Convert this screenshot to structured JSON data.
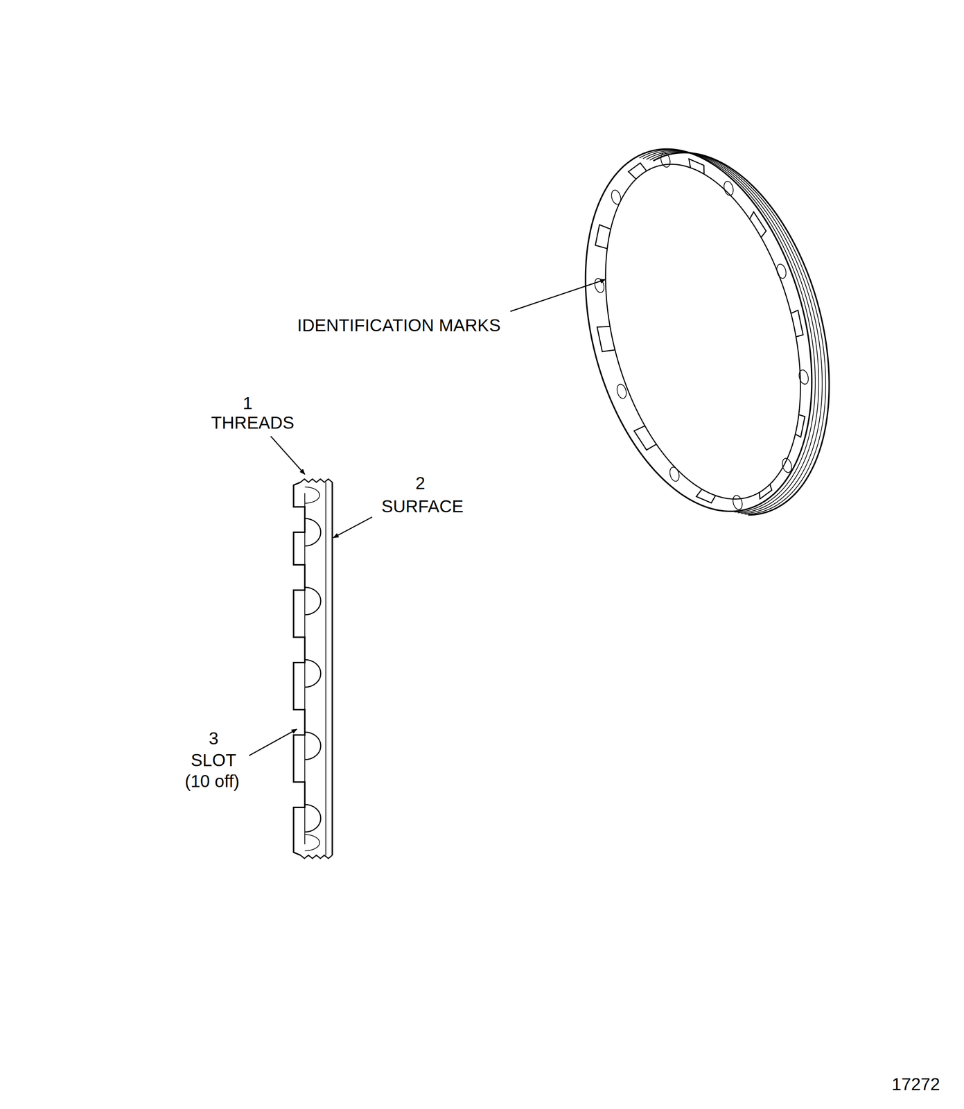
{
  "diagram": {
    "labels": [
      "IDENTIFICATION MARKS",
      "1",
      "THREADS",
      "2",
      "SURFACE",
      "3",
      "SLOT",
      "(10 off)",
      "17272"
    ]
  }
}
